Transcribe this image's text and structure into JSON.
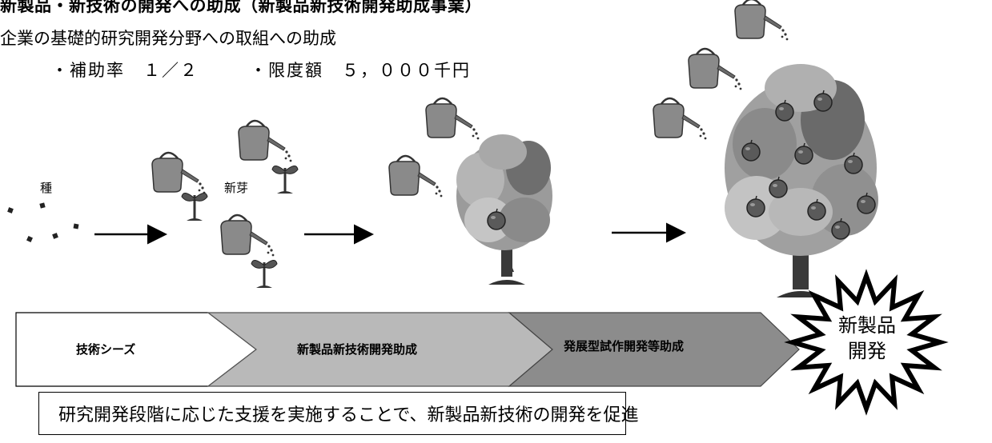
{
  "header": {
    "title": "新製品・新技術の開発への助成（新製品新技術開発助成事業）",
    "subtitle": "企業の基礎的研究開発分野への取組への助成",
    "subsidy_rate": "・補助率　１／２",
    "limit_amount": "・限度額　５，０００千円"
  },
  "illustration": {
    "seed_label": "種",
    "sprout_label": "新芽"
  },
  "stages": [
    {
      "label": "技術シーズ",
      "color": "#ffffff"
    },
    {
      "label": "新製品新技術開発助成",
      "color": "#b9b9b9"
    },
    {
      "label": "発展型試作開発等助成",
      "color": "#8c8c8c"
    }
  ],
  "result": {
    "line1": "新製品",
    "line2": "開発"
  },
  "summary": "研究開発段階に応じた支援を実施することで、新製品新技術の開発を促進"
}
